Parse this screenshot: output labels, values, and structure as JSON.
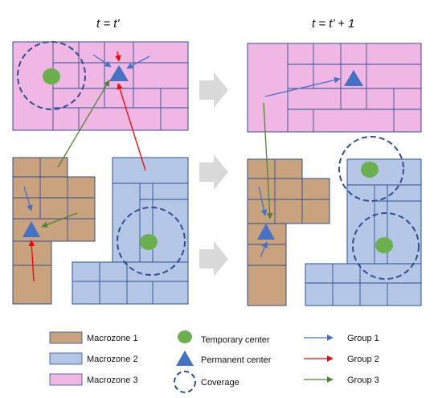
{
  "titles": {
    "left": "t = t’",
    "right": "t = t’ + 1"
  },
  "legend": {
    "macrozone_1": "Macrozone 1",
    "macrozone_2": "Macrozone 2",
    "macrozone_3": "Macrozone 3",
    "temporary_center": "Temporary center",
    "permanent_center": "Permanent center",
    "coverage": "Coverage",
    "group_1": "Group 1",
    "group_2": "Group 2",
    "group_3": "Group 3"
  },
  "colors": {
    "macrozone_1": "#c9a27e",
    "macrozone_2": "#b4c7e7",
    "macrozone_3": "#f0b7e4",
    "grid_line": "#2f4f8f",
    "temporary_center": "#6ab04c",
    "permanent_center": "#4472c4",
    "coverage": "#2f4f8f",
    "group_1": "#4472c4",
    "group_2": "#ff0000",
    "group_3": "#548235",
    "transition_arrow": "#d9d9d9"
  }
}
